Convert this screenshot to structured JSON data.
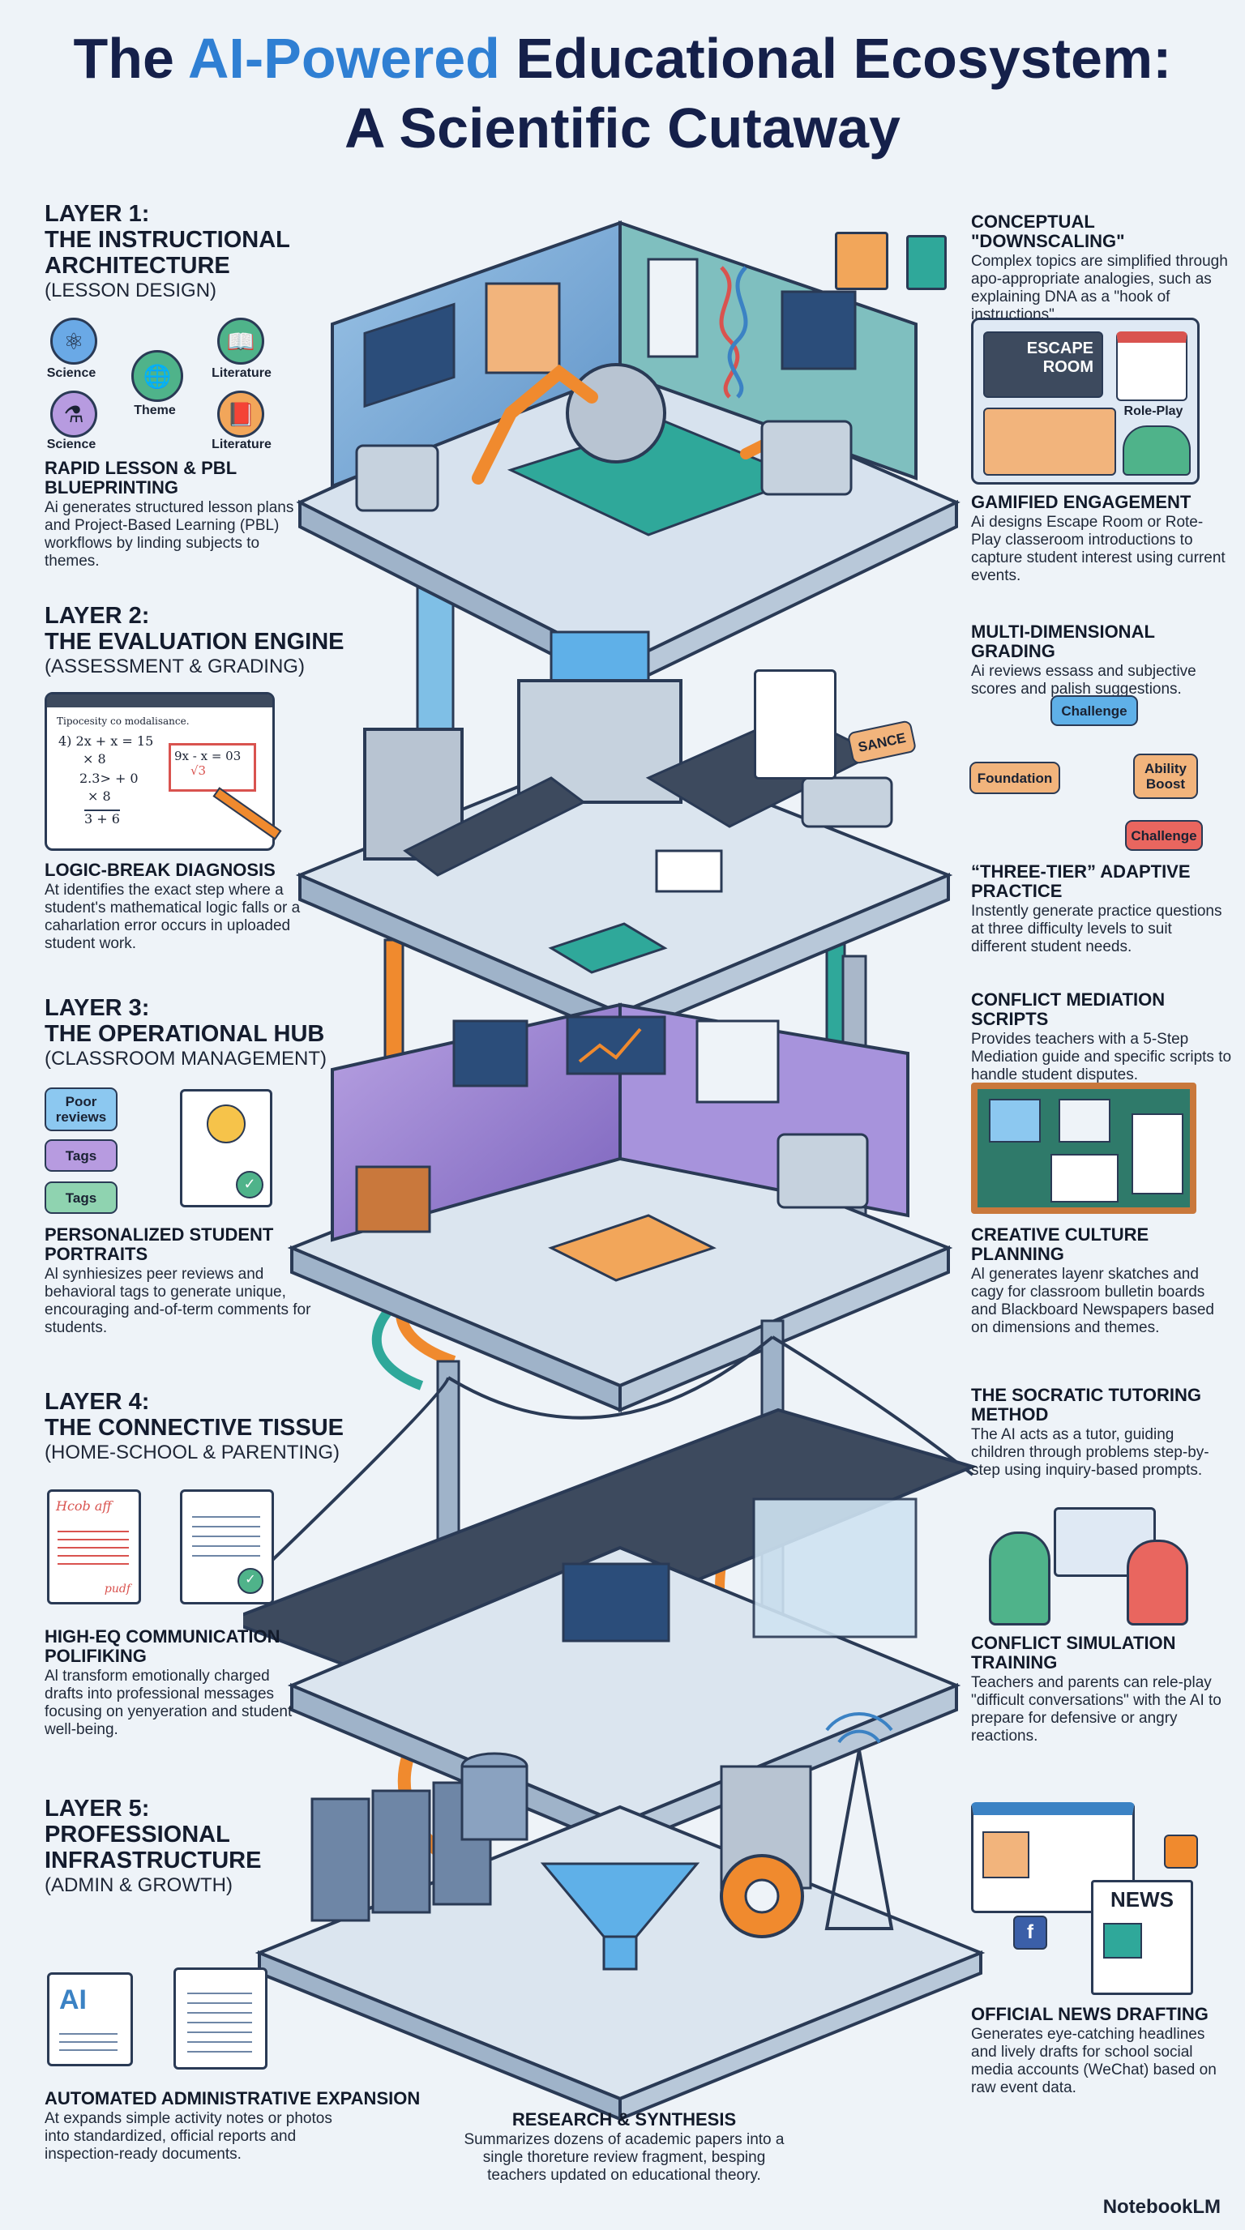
{
  "title": {
    "part1": "The ",
    "accent": "AI-Powered",
    "part2": " Educational Ecosystem:",
    "line2": "A Scientific Cutaway"
  },
  "colors": {
    "accent": "#2f7fd3",
    "title": "#15204a",
    "orange": "#f08a2e",
    "teal": "#2fa89a",
    "purple": "#8a6cc9",
    "blue": "#3b82c4"
  },
  "layers": [
    {
      "line1": "LAYER 1:",
      "line2": "THE INSTRUCTIONAL",
      "line3": "ARCHITECTURE",
      "sub": "(LESSON DESIGN)"
    },
    {
      "line1": "LAYER 2:",
      "line2": "THE EVALUATION ENGINE",
      "sub": "(ASSESSMENT & GRADING)"
    },
    {
      "line1": "LAYER 3:",
      "line2": "THE OPERATIONAL HUB",
      "sub": "(CLASSROOM MANAGEMENT)"
    },
    {
      "line1": "LAYER 4:",
      "line2": "THE CONNECTIVE TISSUE",
      "sub": "(HOME-SCHOOL & PARENTING)"
    },
    {
      "line1": "LAYER 5:",
      "line2": "PROFESSIONAL",
      "line3": "INFRASTRUCTURE",
      "sub": "(ADMIN & GROWTH)"
    }
  ],
  "theme_diagram": {
    "science1": "Science",
    "science2": "Science",
    "theme": "Theme",
    "literature1": "Literature",
    "literature2": "Literature"
  },
  "notes": {
    "rapid": {
      "h": "RAPID LESSON & PBL BLUEPRINTING",
      "b": "Ai generates structured lesson plans and Project-Based Learning (PBL) workflows by linding subjects to themes."
    },
    "downscaling": {
      "h": "CONCEPTUAL \"DOWNSCALING\"",
      "b": "Complex topics are simplified through apo-appropriate analogies, such as explaining DNA as a \"hook of instructions\"."
    },
    "gamified": {
      "h": "GAMIFIED ENGAGEMENT",
      "b": "Ai designs Escape Room or Rote-Play classeroom introductions to capture student interest using current events."
    },
    "multidim": {
      "h": "MULTI-DIMENSIONAL GRADING",
      "b": "Ai reviews essass and subjective scores and palish suggestions."
    },
    "logic": {
      "h": "LOGIC-BREAK DIAGNOSIS",
      "b": "At identifies the exact step where a student's mathematical logic falls or a caharlation error occurs in uploaded student work."
    },
    "threetier": {
      "h": "“THREE-TIER” ADAPTIVE PRACTICE",
      "b": "Instently generate practice questions at three difficulty levels to suit different student needs."
    },
    "conflict": {
      "h": "CONFLICT MEDIATION SCRIPTS",
      "b": "Provides teachers with a 5-Step Mediation guide and specific scripts to handle student disputes."
    },
    "portraits": {
      "h": "PERSONALIZED STUDENT PORTRAITS",
      "b": "Al synhiesizes peer reviews and behavioral tags to generate unique, encouraging and-of-term comments for students."
    },
    "culture": {
      "h": "CREATIVE CULTURE PLANNING",
      "b": "Al generates layenr skatches and cagy for classroom bulletin boards and Blackboard Newspapers based on dimensions and themes."
    },
    "socratic": {
      "h": "THE SOCRATIC TUTORING METHOD",
      "b": "The AI acts as a tutor, guiding children through problems step-by-step using inquiry-based prompts."
    },
    "higheq": {
      "h": "HIGH-EQ COMMUNICATION POLIFIKING",
      "b": "Al transform emotionally charged drafts into professional messages focusing on yenyeration and student well-being."
    },
    "simulation": {
      "h": "CONFLICT SIMULATION TRAINING",
      "b": "Teachers and parents can rele-play \"difficult conversations\" with the AI to prepare for defensive or angry reactions."
    },
    "news": {
      "h": "OFFICIAL NEWS DRAFTING",
      "b": "Generates eye-catching headlines and lively drafts for school social media accounts (WeChat) based on raw event data."
    },
    "admin": {
      "h": "AUTOMATED ADMINISTRATIVE EXPANSION",
      "b": "At expands simple activity notes or photos into standardized, official reports and inspection-ready documents."
    },
    "research": {
      "h": "RESEARCH & SYNTHESIS",
      "b": "Summarizes dozens of academic papers into a single thoreture review fragment, besping teachers updated on educational theory."
    }
  },
  "escape_room": {
    "label": "ESCAPE ROOM",
    "roleplay": "Role-Play"
  },
  "tiers": {
    "challenge_top": "Challenge",
    "foundation": "Foundation",
    "ability": "Ability Boost",
    "challenge_bottom": "Challenge"
  },
  "sance_tag": "SANCE",
  "tags": {
    "poor": "Poor reviews",
    "tags1": "Tags",
    "tags2": "Tags"
  },
  "math_card": {
    "header": "Tipocesity co modalisance.",
    "line1": "4) 2x + x = 15",
    "line2": "× 8",
    "line3": "2.3> + 0",
    "line4": "× 8",
    "line5": "3 + 6",
    "box": "9x - x = 03",
    "box2": "√3"
  },
  "letter": {
    "top": "Hcob aff",
    "bottom": "pudf"
  },
  "ai_doc": "AI",
  "news_label": "NEWS",
  "brand": "NotebookLM"
}
